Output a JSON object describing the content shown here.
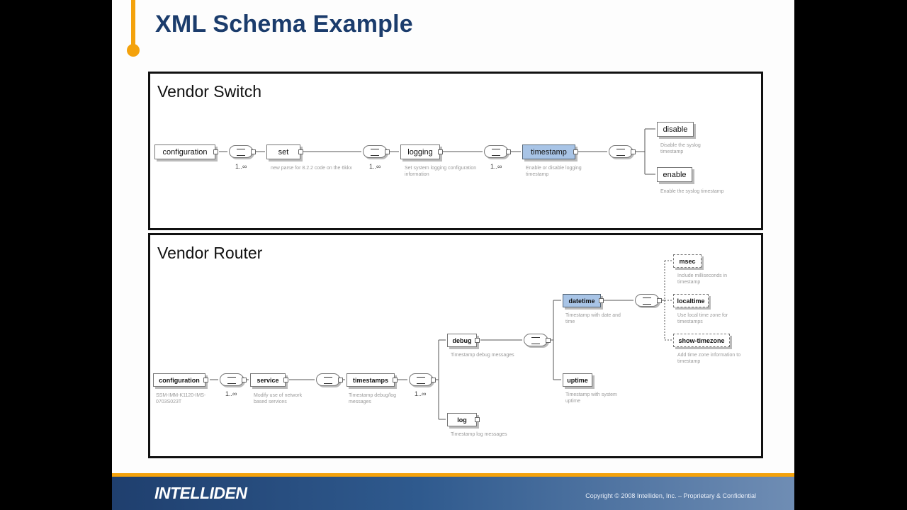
{
  "slide": {
    "title": "XML Schema Example",
    "accent_color": "#f4a20c",
    "title_color": "#1b3c6c"
  },
  "switch_panel": {
    "label": "Vendor Switch",
    "nodes": {
      "configuration": "configuration",
      "set": "set",
      "logging": "logging",
      "timestamp": "timestamp",
      "disable": "disable",
      "enable": "enable"
    },
    "occurrences": [
      "1..∞",
      "1..∞",
      "1..∞"
    ],
    "annotations": {
      "set": "new parse for 8.2.2 code on the 6kkx",
      "logging": "Set system logging configuration information",
      "timestamp": "Enable or disable logging timestamp",
      "disable": "Disable the syslog timestamp",
      "enable": "Enable the syslog timestamp"
    }
  },
  "router_panel": {
    "label": "Vendor Router",
    "nodes": {
      "configuration": "configuration",
      "service": "service",
      "timestamps": "timestamps",
      "debug": "debug",
      "log": "log",
      "datetime": "datetime",
      "uptime": "uptime",
      "msec": "msec",
      "localtime": "localtime",
      "show_timezone": "show-timezone"
    },
    "occurrences": [
      "1..∞",
      "1..∞"
    ],
    "annotations": {
      "configuration": "SSM-IMM-K1120-IMS-0703S023T",
      "service": "Modify use of network based services",
      "timestamps": "Timestamp debug/log messages",
      "debug": "Timestamp debug messages",
      "log": "Timestamp log messages",
      "datetime": "Timestamp with date and time",
      "uptime": "Timestamp with system uptime",
      "msec": "Include milliseconds in timestamp",
      "localtime": "Use local time zone for timestamps",
      "show_timezone": "Add time zone information to timestamp"
    }
  },
  "footer": {
    "logo": "INTELLIDEN",
    "copyright": "Copyright © 2008 Intelliden, Inc. – Proprietary & Confidential"
  }
}
